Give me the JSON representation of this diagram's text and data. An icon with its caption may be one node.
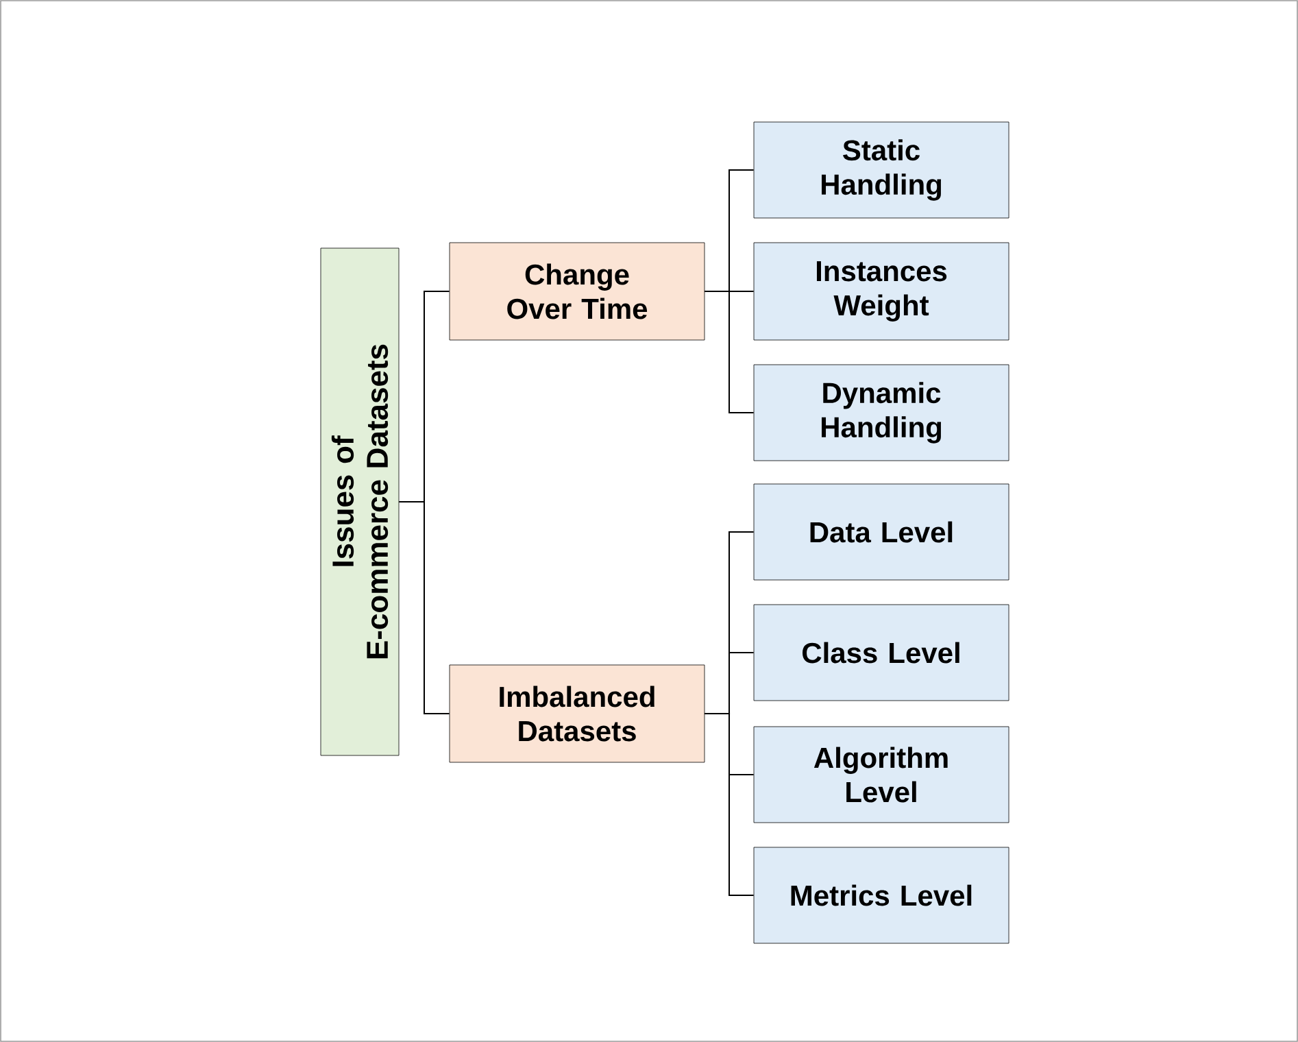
{
  "diagram": {
    "nodes": [
      {
        "text": [
          "Issues of E-commerce Datasets"
        ]
      },
      {
        "text": [
          "Change Over Time"
        ]
      },
      {
        "text": [
          "Imbalanced Datasets"
        ]
      },
      {
        "text": [
          "Static Handling"
        ]
      },
      {
        "text": [
          "Instances Weight"
        ]
      },
      {
        "text": [
          "Dynamic Handling"
        ]
      },
      {
        "text": [
          "Data Level"
        ]
      },
      {
        "text": [
          "Class Level"
        ]
      },
      {
        "text": [
          "Algorithm Level"
        ]
      },
      {
        "text": [
          "Metrics Level"
        ]
      }
    ],
    "edges": [
      {
        "from": 0,
        "to": 1,
        "arrow": "none"
      },
      {
        "from": 0,
        "to": 2,
        "arrow": "none"
      },
      {
        "from": 1,
        "to": 3,
        "arrow": "none"
      },
      {
        "from": 1,
        "to": 4,
        "arrow": "none"
      },
      {
        "from": 1,
        "to": 5,
        "arrow": "none"
      },
      {
        "from": 2,
        "to": 6,
        "arrow": "none"
      },
      {
        "from": 2,
        "to": 7,
        "arrow": "none"
      },
      {
        "from": 2,
        "to": 8,
        "arrow": "none"
      },
      {
        "from": 2,
        "to": 9,
        "arrow": "none"
      }
    ]
  }
}
